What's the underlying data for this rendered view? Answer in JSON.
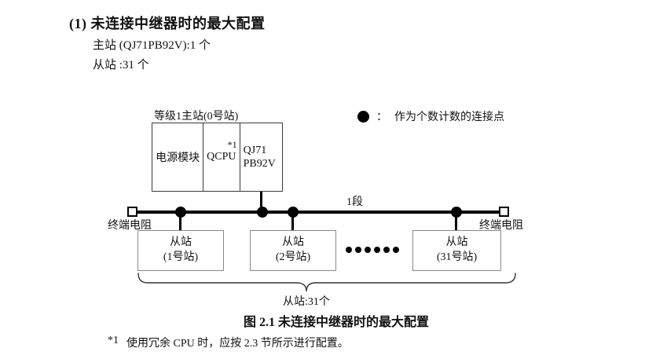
{
  "page": {
    "heading": "(1) 未连接中继器时的最大配置",
    "master_line": "主站 (QJ71PB92V):1 个",
    "slave_line": "从站 :31 个",
    "caption": "图 2.1 未连接中继器时的最大配置",
    "footnote": {
      "marker": "*1",
      "text": "使用冗余 CPU 时，应按 2.3 节所示进行配置。"
    }
  },
  "legend": {
    "separator": "：",
    "label": "作为个数计数的连接点"
  },
  "diagram": {
    "master": {
      "label": "等级1主站(0号站)",
      "cells": {
        "power": "电源模块",
        "cpu": "QCPU",
        "cpu_note": "*1",
        "module": "QJ71\nPB92V"
      }
    },
    "segment_label": "1段",
    "terminator_label": "终端电阻",
    "slaves": [
      {
        "line1": "从站",
        "line2": "(1号站)"
      },
      {
        "line1": "从站",
        "line2": "(2号站)"
      },
      {
        "line1": "从站",
        "line2": "(31号站)"
      }
    ],
    "ellipsis_count": 6,
    "brace_label": "从站:31个"
  },
  "colors": {
    "line": "#000000",
    "box_border": "#3a3a3a",
    "slave_border": "#8a8a8a",
    "brace": "#333333"
  }
}
